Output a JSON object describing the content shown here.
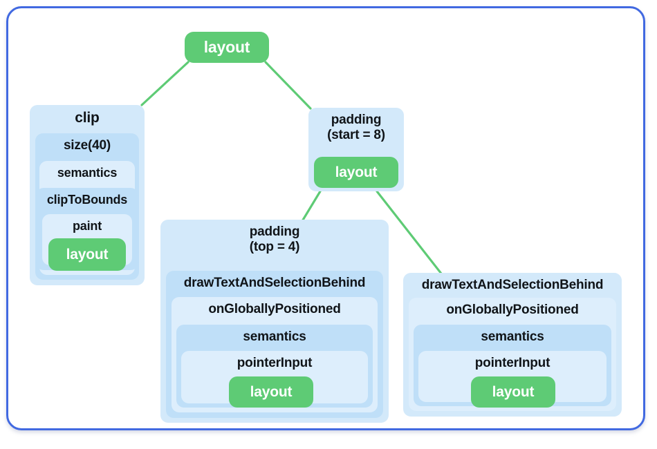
{
  "diagram": {
    "title_colors": {
      "frame_border": "#4169E1",
      "green_node": "#5ECB75",
      "connector": "#5ECB75",
      "box_shade_light": "#ddeefc",
      "box_shade_mid": "#d3e9fa",
      "box_shade_deep": "#bfdff8"
    },
    "root": {
      "label": "layout"
    },
    "left_branch": {
      "clip": "clip",
      "size": "size(40)",
      "semantics": "semantics",
      "clip_to_bounds": "clipToBounds",
      "paint": "paint",
      "layout": "layout"
    },
    "padding_start": {
      "label": "padding\n(start = 8)",
      "layout": "layout"
    },
    "middle_branch": {
      "padding": "padding\n(top = 4)",
      "draw_text": "drawTextAndSelectionBehind",
      "on_globally_positioned": "onGloballyPositioned",
      "semantics": "semantics",
      "pointer_input": "pointerInput",
      "layout": "layout"
    },
    "right_branch": {
      "draw_text": "drawTextAndSelectionBehind",
      "on_globally_positioned": "onGloballyPositioned",
      "semantics": "semantics",
      "pointer_input": "pointerInput",
      "layout": "layout"
    }
  }
}
